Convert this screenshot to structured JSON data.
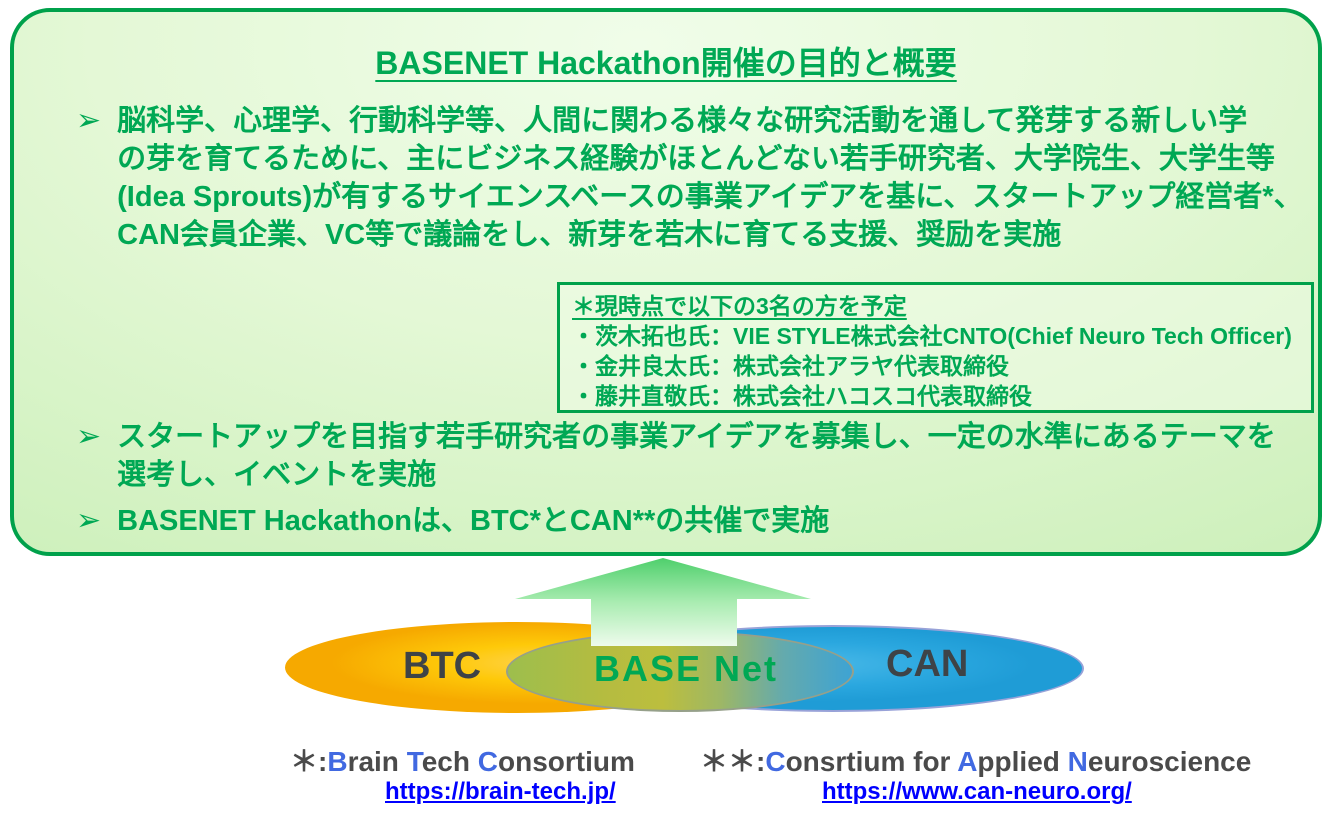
{
  "colors": {
    "green_text": "#00A854",
    "panel_border": "#00A14B",
    "panel_fill_light": "#F0FDE9",
    "panel_fill_dark": "#B5E6A1",
    "orange_ellipse": "#FEC909",
    "blue_ellipse": "#2AA7DF",
    "blue_ellipse_border": "#98A2D8",
    "footer_gray": "#4A4A4A",
    "footer_blue": "#4169E1",
    "link_blue": "#0000FF",
    "venn_label_gray": "#3E4347"
  },
  "panel": {
    "title": "BASENET Hackathon開催の目的と概要",
    "bullet_marker": "➢",
    "bullets": [
      {
        "lines": [
          "脳科学、心理学、行動科学等、人間に関わる様々な研究活動を通して発芽する新しい学",
          "の芽を育てるために、主にビジネス経験がほとんどない若手研究者、大学院生、大学生等",
          "(Idea Sprouts)が有するサイエンスベースの事業アイデアを基に、スタートアップ経営者*、",
          "CAN会員企業、VC等で議論をし、新芽を若木に育てる支援、奨励を実施"
        ]
      },
      {
        "lines": [
          "スタートアップを目指す若手研究者の事業アイデアを募集し、一定の水準にあるテーマを",
          "選考し、イベントを実施"
        ]
      },
      {
        "lines": [
          "BASENET Hackathonは、BTC*とCAN**の共催で実施"
        ]
      }
    ],
    "note_box": {
      "heading": "＊現時点で以下の3名の方を予定",
      "items": [
        "・茨木拓也氏：VIE STYLE株式会社CNTO(Chief Neuro Tech Officer)",
        "・金井良太氏：株式会社アラヤ代表取締役",
        "・藤井直敬氏：株式会社ハコスコ代表取締役"
      ]
    }
  },
  "diagram": {
    "left_label": "BTC",
    "center_label": "BASE Net",
    "right_label": "CAN"
  },
  "footer": {
    "btc": {
      "rich": [
        {
          "t": "＊:",
          "s": "gray"
        },
        {
          "t": "B",
          "s": "blue"
        },
        {
          "t": "rain ",
          "s": "gray"
        },
        {
          "t": "T",
          "s": "blue"
        },
        {
          "t": "ech ",
          "s": "gray"
        },
        {
          "t": "C",
          "s": "blue"
        },
        {
          "t": "onsortium",
          "s": "gray"
        }
      ],
      "link": "https://brain-tech.jp/"
    },
    "can": {
      "rich": [
        {
          "t": "＊＊:",
          "s": "gray"
        },
        {
          "t": "C",
          "s": "blue"
        },
        {
          "t": "onsrtium for ",
          "s": "gray"
        },
        {
          "t": "A",
          "s": "blue"
        },
        {
          "t": "pplied ",
          "s": "gray"
        },
        {
          "t": "N",
          "s": "blue"
        },
        {
          "t": "euroscience",
          "s": "gray"
        }
      ],
      "link": "https://www.can-neuro.org/"
    }
  }
}
